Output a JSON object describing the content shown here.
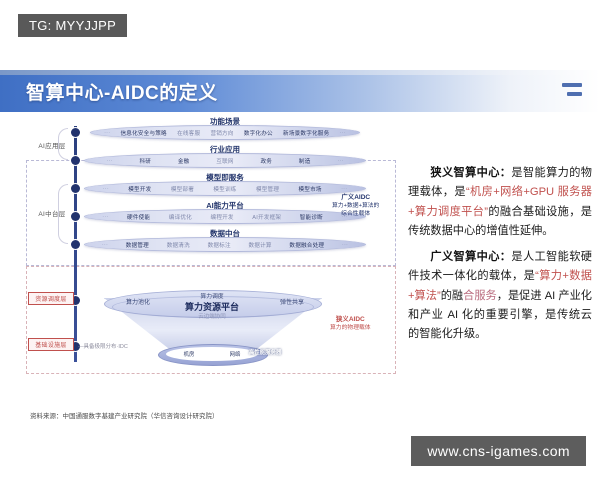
{
  "tag_badge": "TG: MYYJJPP",
  "slide": {
    "title": "智算中心-AIDC的定义",
    "title_icon": "equals-icon",
    "source": "资料来源：中国通服数字基建产业研究院（华信咨询设计研究院）"
  },
  "diagram": {
    "layer_labels": [
      {
        "text": "AI应用层",
        "style": "plain"
      },
      {
        "text": "AI中台层",
        "style": "plain"
      },
      {
        "text": "资源调度层",
        "style": "red"
      },
      {
        "text": "基础设施层",
        "style": "red"
      }
    ],
    "rows": [
      {
        "caption": "功能场景",
        "items": [
          "···",
          "信息化安全与策略",
          "在线客服",
          "营销方向",
          "数字化办公",
          "新场景数字化服务",
          "···"
        ]
      },
      {
        "caption": "行业应用",
        "items": [
          "···",
          "科研",
          "金融",
          "互联网",
          "政务",
          "制造",
          "···"
        ]
      },
      {
        "caption": "模型即服务",
        "items": [
          "···",
          "模型开发",
          "模型部署",
          "模型训练",
          "模型管理",
          "模型市场",
          "···"
        ]
      },
      {
        "caption": "AI能力平台",
        "items": [
          "···",
          "硬件使能",
          "编译优化",
          "编程开发",
          "AI开发框架",
          "智能诊断",
          "···"
        ]
      },
      {
        "caption": "数据中台",
        "items": [
          "···",
          "数据管理",
          "数据清洗",
          "数据标注",
          "数据计算",
          "数据融合处理",
          "···"
        ]
      }
    ],
    "funnel": {
      "top_label": "算力调度",
      "main_label": "算力资源平台",
      "left_label": "算力池化",
      "right_label": "弹性共享",
      "sub_label": "云边端协同",
      "base_items": [
        "机房",
        "网络"
      ],
      "base_highlight": "高性能服务器",
      "idc_note": "—具备极限分布·IDC"
    },
    "annotations": [
      {
        "head": "广义AIDC",
        "body": "算力+数据+算法的\n综合性载体"
      },
      {
        "head": "狭义AIDC",
        "body": "算力的物理载体"
      }
    ]
  },
  "right_panel": {
    "p1": {
      "term": "狭义智算中心：",
      "a": "是智能算力的物理载体，是",
      "hl": "“机房+网络+GPU 服务器+算力调度平台”",
      "b": "的融合基础设施，是传统数据中心的增值性延伸。"
    },
    "p2": {
      "term": "广义智算中心：",
      "a": "是人工智能软硬件技术一体化的载体，是",
      "hl": "“算力+数据+算法”",
      "b": "的融",
      "hl2": "合服务",
      "c": "，是促进 AI 产业化和产业 AI 化的重要引擎，是传统云的智能化升级。"
    }
  },
  "watermark": "www.cns-igames.com"
}
